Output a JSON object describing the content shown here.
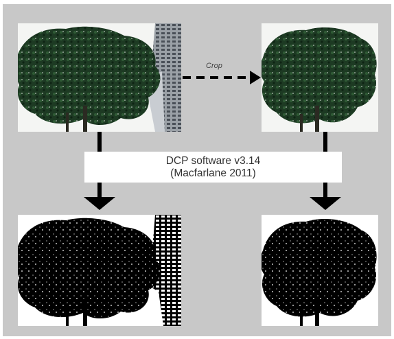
{
  "steps": {
    "crop_label": "Crop"
  },
  "software_box": {
    "line1": "DCP software v3.14",
    "line2": "(Macfarlane 2011)"
  },
  "colors": {
    "panel_background": "#c8c8c8",
    "canopy_color": "#1f3a22",
    "binary_canopy_color": "#000000",
    "sky_color": "#f4f5f3"
  },
  "images": [
    {
      "id": "original-photo",
      "content": "tree-canopy-with-building",
      "mode": "color"
    },
    {
      "id": "cropped-photo",
      "content": "tree-canopy",
      "mode": "color"
    },
    {
      "id": "original-binary",
      "content": "tree-canopy-with-building",
      "mode": "black-white"
    },
    {
      "id": "cropped-binary",
      "content": "tree-canopy",
      "mode": "black-white"
    }
  ]
}
